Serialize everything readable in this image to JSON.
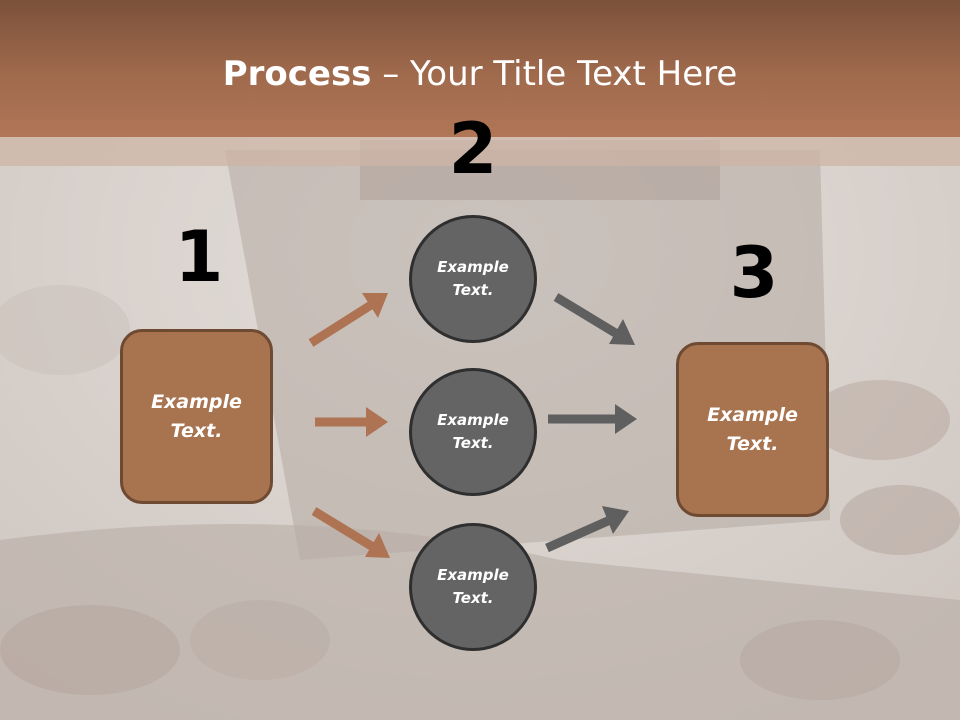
{
  "title": {
    "bold": "Process",
    "rest": " – Your Title Text Here"
  },
  "steps": {
    "one": "1",
    "two": "2",
    "three": "3"
  },
  "left_box": {
    "line1": "Example",
    "line2": "Text."
  },
  "right_box": {
    "line1": "Example",
    "line2": "Text."
  },
  "circles": [
    {
      "line1": "Example",
      "line2": "Text."
    },
    {
      "line1": "Example",
      "line2": "Text."
    },
    {
      "line1": "Example",
      "line2": "Text."
    }
  ],
  "colors": {
    "accent": "#a8734f",
    "title_bar": "#9c664a",
    "circle": "#646464",
    "arrow_brown": "#ad7352",
    "arrow_gray": "#5f5f5f"
  }
}
